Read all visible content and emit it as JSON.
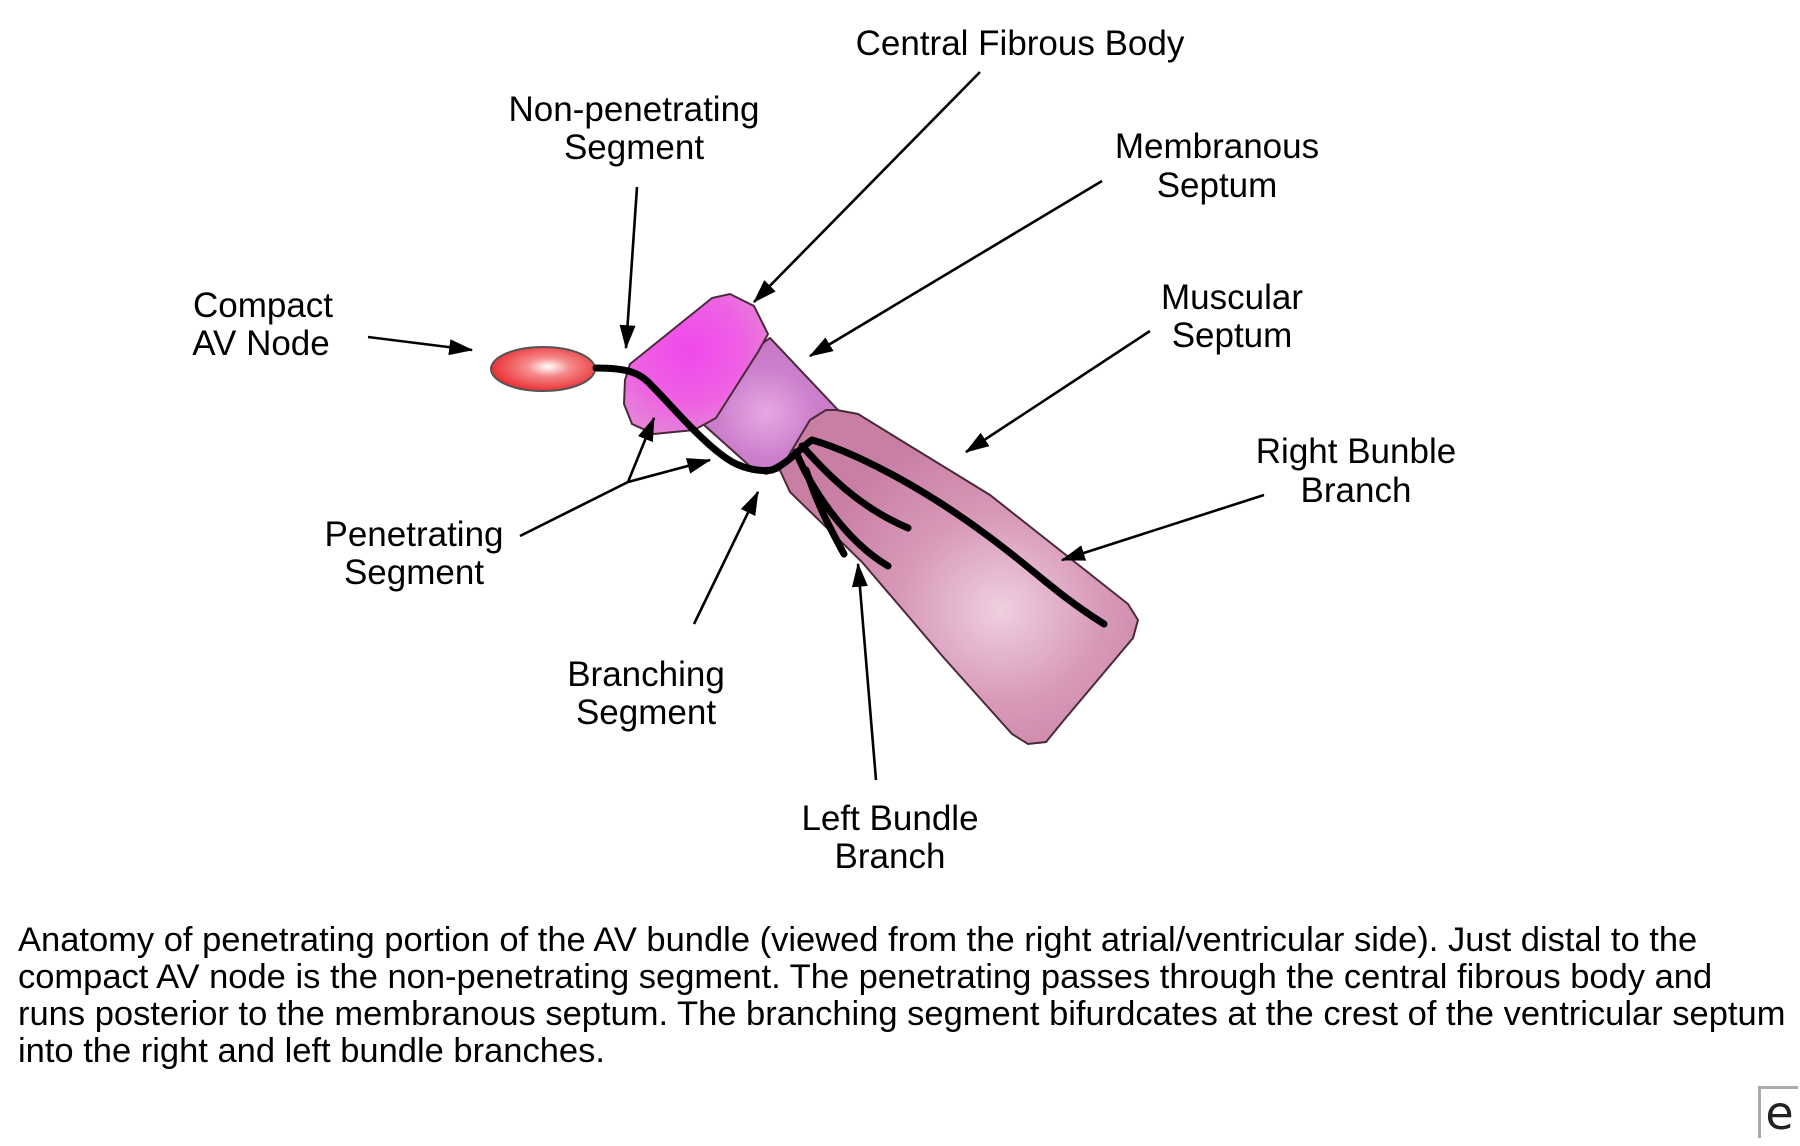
{
  "labels": {
    "central_fibrous_body": "Central Fibrous Body",
    "non_penetrating_1": "Non-penetrating",
    "non_penetrating_2": "Segment",
    "membranous_1": "Membranous",
    "membranous_2": "Septum",
    "muscular_1": "Muscular",
    "muscular_2": "Septum",
    "compact_1": "Compact",
    "compact_2": "AV Node",
    "right_bundle_1": "Right Bunble",
    "right_bundle_2": "Branch",
    "penetrating_1": "Penetrating",
    "penetrating_2": "Segment",
    "branching_1": "Branching",
    "branching_2": "Segment",
    "left_bundle_1": "Left Bundle",
    "left_bundle_2": "Branch"
  },
  "caption": "Anatomy of penetrating portion of the AV bundle (viewed from the right atrial/ventricular side). Just distal to the compact AV node is the non-penetrating segment. The penetrating passes through the central fibrous body and runs posterior to the membranous septum. The branching segment bifurdcates at the crest of the ventricular septum into the right and left bundle branches.",
  "logo_glyph": "e",
  "colors": {
    "av_node": "#e8242a",
    "central_fibrous_body": "#ee55e0",
    "membranous_septum": "#c97ac9",
    "muscular_septum": "#cc88a8",
    "conduction_path": "#000000"
  }
}
